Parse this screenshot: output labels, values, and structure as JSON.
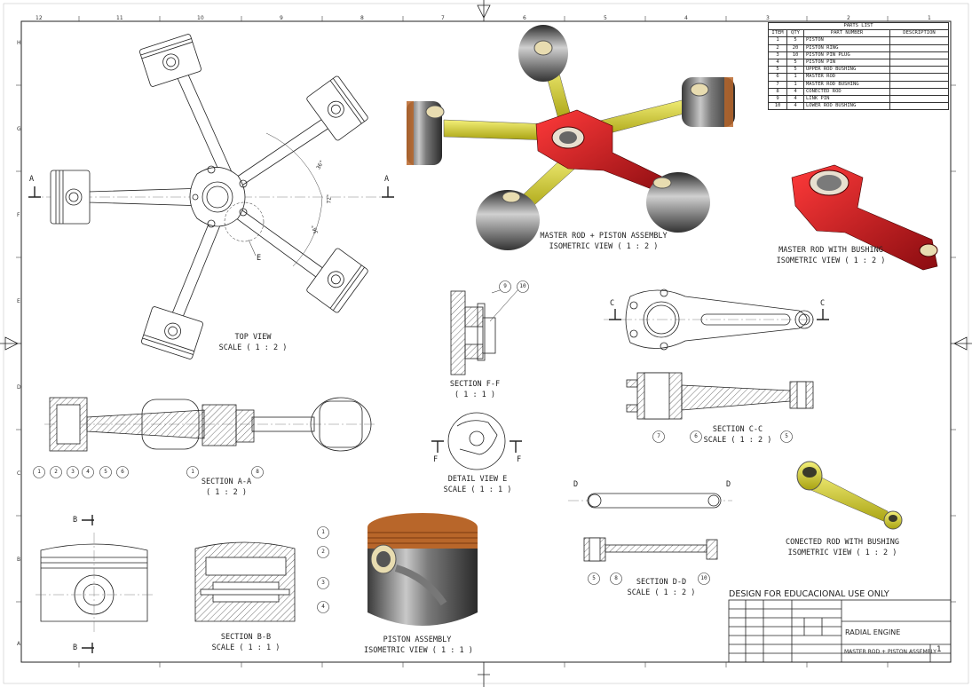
{
  "sheet": {
    "zones_top": [
      "12",
      "11",
      "10",
      "9",
      "8",
      "7",
      "6",
      "5",
      "4",
      "3",
      "2",
      "1"
    ],
    "zones_side": [
      "H",
      "G",
      "F",
      "E",
      "D",
      "C",
      "B",
      "A"
    ]
  },
  "parts_list": {
    "title": "PARTS LIST",
    "headers": [
      "ITEM",
      "QTY",
      "PART NUMBER",
      "DESCRIPTION"
    ],
    "rows": [
      [
        "1",
        "5",
        "PISTON",
        ""
      ],
      [
        "2",
        "20",
        "PISTON RING",
        ""
      ],
      [
        "3",
        "10",
        "PISTON PIN PLUG",
        ""
      ],
      [
        "4",
        "5",
        "PISTON PIN",
        ""
      ],
      [
        "5",
        "5",
        "UPPER ROD BUSHING",
        ""
      ],
      [
        "6",
        "1",
        "MASTER ROD",
        ""
      ],
      [
        "7",
        "1",
        "MASTER ROD BUSHING",
        ""
      ],
      [
        "8",
        "4",
        "CONECTED ROD",
        ""
      ],
      [
        "9",
        "4",
        "LINK PIN",
        ""
      ],
      [
        "10",
        "4",
        "LOWER ROD BUSHING",
        ""
      ]
    ]
  },
  "views": {
    "top_view": {
      "title": "TOP VIEW",
      "scale": "SCALE ( 1 : 2 )"
    },
    "assembly_iso": {
      "title": "MASTER ROD + PISTON ASSEMBLY",
      "scale": "ISOMETRIC VIEW ( 1 : 2 )"
    },
    "master_rod_iso": {
      "title": "MASTER ROD WITH BUSHING",
      "scale": "ISOMETRIC VIEW ( 1 : 2 )"
    },
    "section_ff": {
      "title": "SECTION F-F",
      "scale": "( 1 : 1 )"
    },
    "section_cc": {
      "title": "SECTION C-C",
      "scale": "SCALE ( 1 : 2 )"
    },
    "section_aa": {
      "title": "SECTION A-A",
      "scale": "( 1 : 2 )"
    },
    "detail_e": {
      "title": "DETAIL VIEW E",
      "scale": "SCALE ( 1 : 1 )"
    },
    "section_dd": {
      "title": "SECTION D-D",
      "scale": "SCALE ( 1 : 2 )"
    },
    "conrod_iso": {
      "title": "CONECTED ROD WITH BUSHING",
      "scale": "ISOMETRIC VIEW ( 1 : 2 )"
    },
    "section_bb": {
      "title": "SECTION B-B",
      "scale": "SCALE ( 1 : 1 )"
    },
    "piston_iso": {
      "title": "PISTON ASSEMBLY",
      "scale": "ISOMETRIC VIEW ( 1 : 1 )"
    }
  },
  "section_marks": {
    "a": "A",
    "b": "B",
    "c": "C",
    "d": "D",
    "e": "E",
    "f": "F"
  },
  "dimensions": {
    "angle1": "36°",
    "angle2": "72°",
    "angle3": "36°"
  },
  "balloons": {
    "aa": [
      "1",
      "2",
      "3",
      "4",
      "5",
      "6",
      "1",
      "8"
    ],
    "ff": [
      "9",
      "10"
    ],
    "cc": [
      "7",
      "6",
      "5"
    ],
    "dd": [
      "5",
      "8",
      "10"
    ],
    "bb": [
      "1",
      "2",
      "3",
      "4"
    ]
  },
  "title_block": {
    "notice": "DESIGN FOR EDUCACIONAL USE ONLY",
    "name": "RADIAL ENGINE",
    "subtitle": "MASTER ROD + PISTON ASSEMBLY",
    "sheet_no": "1"
  },
  "colors": {
    "red": "#c8141a",
    "yellow": "#d8d23a",
    "copper": "#b8662a",
    "steel": "#8a8a8a"
  }
}
